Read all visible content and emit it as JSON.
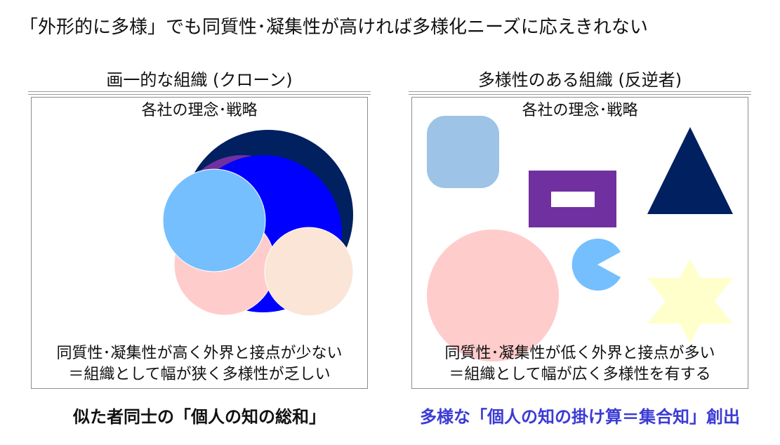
{
  "title": "「外形的に多様」でも同質性･凝集性が高ければ多様化ニーズに応えきれない",
  "left": {
    "heading": "画一的な組織 (クローン)",
    "panel_label": "各社の理念･戦略",
    "desc_line1": "同質性･凝集性が高く外界と接点が少ない",
    "desc_line2": "＝組織として幅が狭く多様性が乏しい",
    "footer": "似た者同士の「個人の知の総和」",
    "footer_color": "#111111"
  },
  "right": {
    "heading": "多様性のある組織 (反逆者)",
    "panel_label": "各社の理念･戦略",
    "desc_line1": "同質性･凝集性が低く外界と接点が多い",
    "desc_line2": "＝組織として幅が広く多様性を有する",
    "footer": "多様な「個人の知の掛け算＝集合知」創出",
    "footer_color": "#3b3bd6"
  },
  "colors": {
    "navy": "#002060",
    "purple": "#7030a0",
    "blue": "#0000ff",
    "light_blue": "#75bffe",
    "pink": "#ffcccc",
    "peach": "#fbe5d6",
    "steel_blue": "#9dc3e6",
    "light_yellow": "#ffffcc"
  }
}
